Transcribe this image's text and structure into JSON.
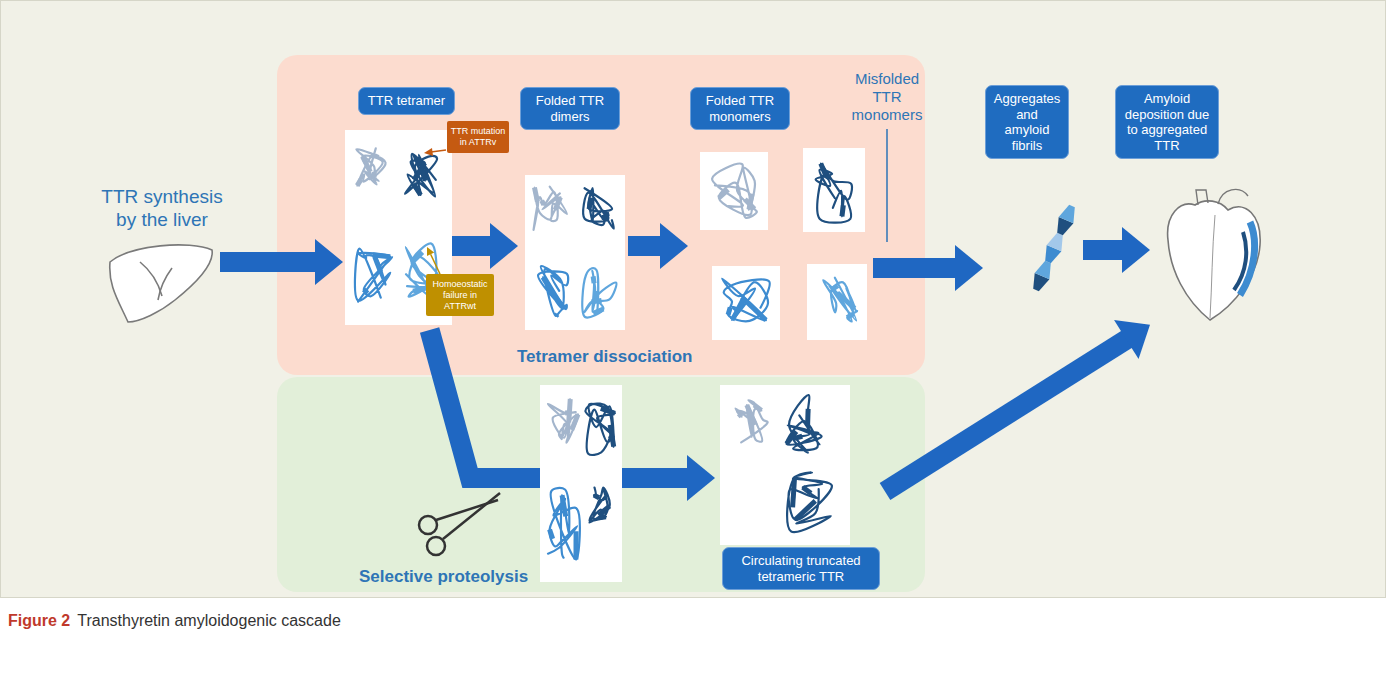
{
  "diagram": {
    "caption": "Transthyretin amyloidogenic cascade",
    "nodes": [
      {
        "text": [
          "Tetramer dissociation"
        ]
      },
      {
        "text": [
          "TTR tetramer"
        ],
        "in": 0
      },
      {
        "text": [
          "TTR mutation in ATTRv"
        ],
        "in": 0
      },
      {
        "text": [
          "Homoeostatic failure in ATTRwt"
        ],
        "in": 0
      },
      {
        "text": [
          "Folded TTR dimers"
        ],
        "in": 0
      },
      {
        "text": [
          "Folded TTR monomers"
        ],
        "in": 0
      },
      {
        "text": [
          "Selective proteolysis"
        ]
      },
      {
        "text": [
          "Circulating truncated tetrameric TTR"
        ],
        "in": 6
      },
      {
        "text": [
          "Aggregates and amyloid fibrils"
        ]
      },
      {
        "text": [
          "Amyloid deposition due to aggregated TTR"
        ]
      }
    ],
    "edges": [
      {
        "from": 1,
        "to": 4,
        "arrow": "to"
      },
      {
        "from": 4,
        "to": 5,
        "arrow": "to"
      },
      {
        "from": 5,
        "to": 8,
        "arrow": "to"
      },
      {
        "from": 8,
        "to": 9,
        "arrow": "to"
      },
      {
        "from": 1,
        "to": 7,
        "arrow": "to"
      },
      {
        "from": 7,
        "to": 9,
        "arrow": "to"
      }
    ],
    "labels": [
      "TTR synthesis by the liver",
      "Misfolded TTR monomers",
      "Figure 2"
    ]
  }
}
